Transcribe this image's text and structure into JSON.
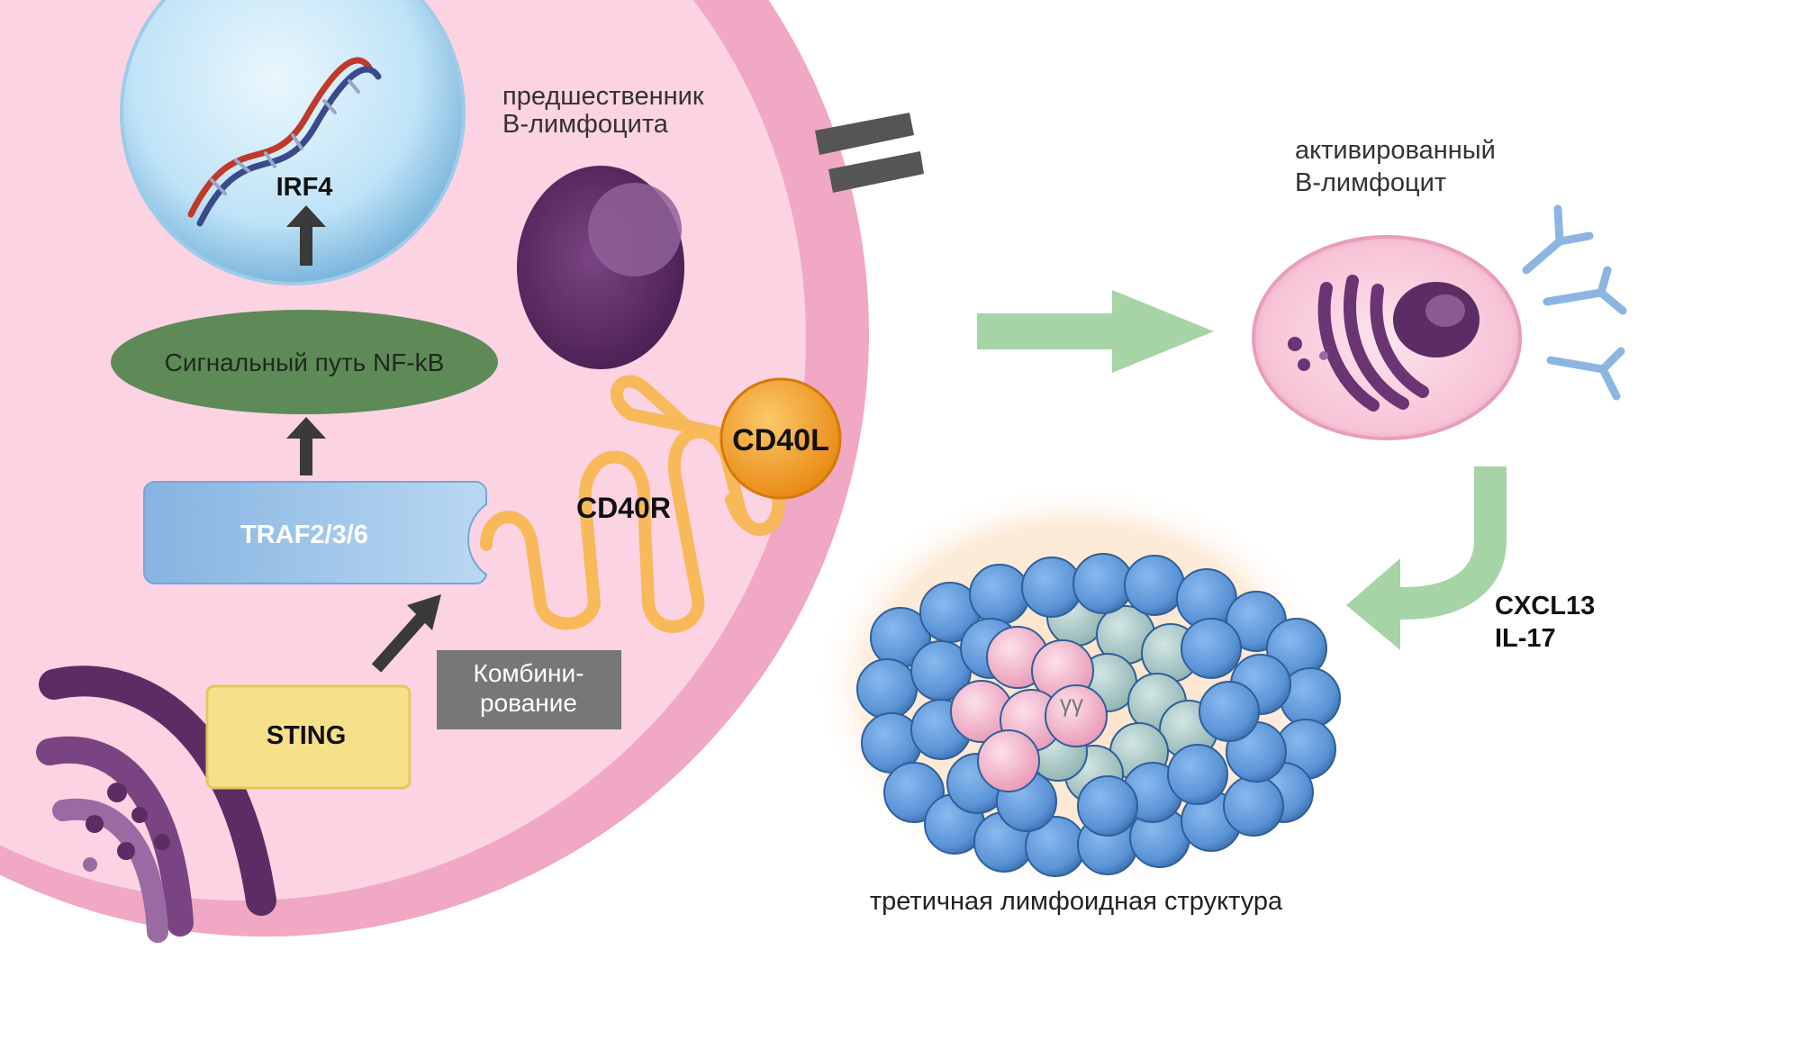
{
  "labels": {
    "irf4": "IRF4",
    "b_precursor_line1": "предшественник",
    "b_precursor_line2": "В-лимфоцита",
    "nfkb": "Сигнальный путь NF-kB",
    "traf": "TRAF2/3/6",
    "cd40r": "CD40R",
    "cd40l": "CD40L",
    "sting": "STING",
    "combining_line1": "Комбини-",
    "combining_line2": "рование",
    "activated_line1": "активированный",
    "activated_line2": "В-лимфоцит",
    "cxcl13": "CXCL13",
    "il17": "IL-17",
    "tls_gamma": "γγ",
    "tls": "третичная лимфоидная структура"
  },
  "colors": {
    "cell_outer": "#f0a8c4",
    "cell_inner": "#fcd3e2",
    "nucleus": "#bfe3f7",
    "nfkb": "#5e8a58",
    "traf": "#8fbde6",
    "cd40": "#f7b95a",
    "cd40l": "#f29a1d",
    "sting": "#f7e08a",
    "combining_box": "#777777",
    "arrow_green": "#a6d4a6",
    "dark_arrow": "#3a3a3a",
    "precursor": "#5c2c64",
    "b_cell_blue": "#5a93d6",
    "b_cell_pink": "#f2b0c8",
    "b_cell_teal": "#a8c8c6"
  },
  "icons": {
    "dna": "dna-helix-icon",
    "antibody": "antibody-y-icon",
    "arrow": "arrow-icon"
  }
}
